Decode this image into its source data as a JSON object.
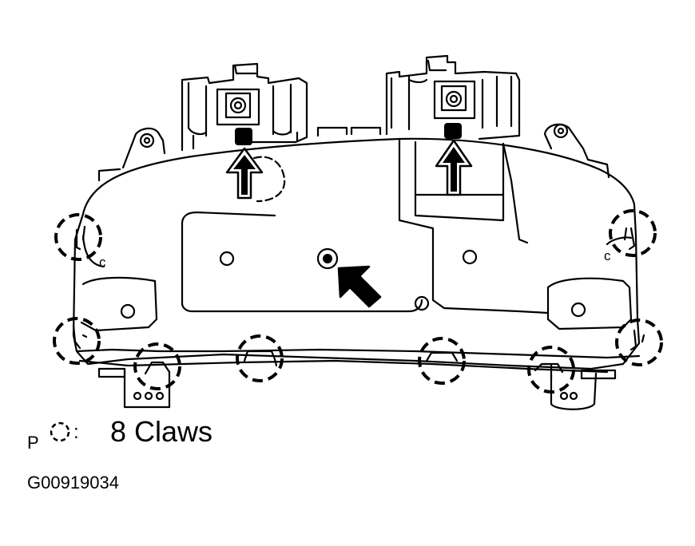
{
  "legend": {
    "prefix": "P",
    "text": "8 Claws",
    "symbol_icon": "dashed-circle-icon"
  },
  "figure_code": "G00919034",
  "markers": {
    "small_letters": [
      "c",
      "c"
    ]
  },
  "colors": {
    "line": "#000000",
    "background": "#ffffff"
  }
}
